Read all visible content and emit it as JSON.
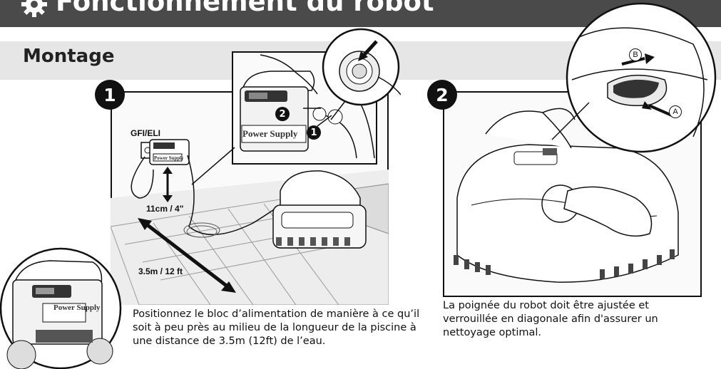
{
  "header": {
    "title": "Fonctionnement du robot"
  },
  "section": {
    "title": "Montage"
  },
  "step1": {
    "badge": "1",
    "outlet_label": "GFI/ELI",
    "height_label": "11cm / 4\"",
    "distance_label": "3.5m / 12 ft",
    "power_supply_label": "Power Supply",
    "callout_1": "1",
    "callout_2": "2",
    "caption": "Positionnez le bloc d’alimentation de manière à ce qu’il soit à peu près au milieu de la longueur de la piscine à une distance de 3.5m (12ft) de l’eau."
  },
  "step2": {
    "badge": "2",
    "letter_a": "A",
    "letter_b": "B",
    "caption": "La poignée du robot doit être ajustée et verrouillée en diagonale afin d'assurer un nettoyage optimal."
  },
  "colors": {
    "header_bg": "#4a4a4a",
    "band_bg": "#e6e6e6",
    "ink": "#111111"
  }
}
